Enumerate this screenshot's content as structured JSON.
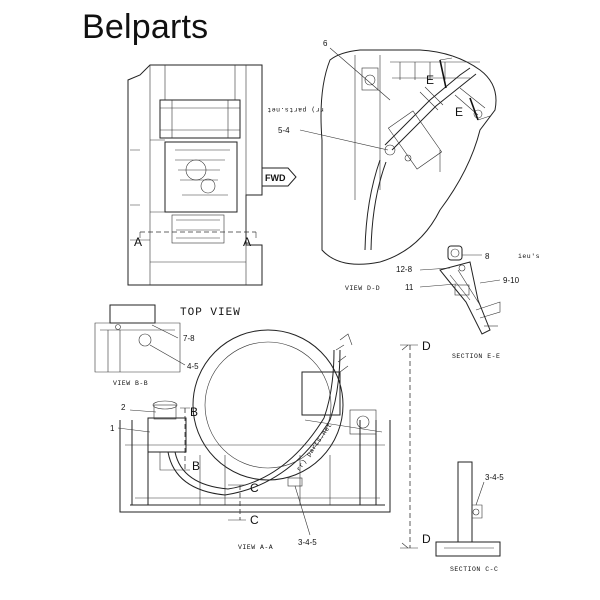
{
  "brand": "Belparts",
  "views": {
    "top_view": "TOP VIEW",
    "view_dd": "VIEW D-D",
    "section_ee": "SECTION E-E",
    "view_bb": "VIEW B-B",
    "view_aa": "VIEW A-A",
    "section_cc": "SECTION C-C"
  },
  "fwd": "FWD",
  "markers": {
    "a_left": "A",
    "a_right": "A",
    "e_top": "E",
    "e_bottom": "E",
    "b_top": "B",
    "b_bottom": "B",
    "c_top": "C",
    "c_bottom": "C",
    "d_top": "D",
    "d_bottom": "D"
  },
  "callouts": {
    "c6": "6",
    "c5_4": "5-4",
    "c8": "8",
    "c12_8": "12-8",
    "c11": "11",
    "c9_10": "9-10",
    "c7_8": "7-8",
    "c4_5": "4-5",
    "c2": "2",
    "c1": "1",
    "c3_4_5_bottom": "3-4-5",
    "c3_4_5_right": "3-4-5"
  },
  "watermarks": {
    "dd": "rr) parts.net",
    "ee": "ieu's",
    "aa": "rr) parts.net"
  }
}
